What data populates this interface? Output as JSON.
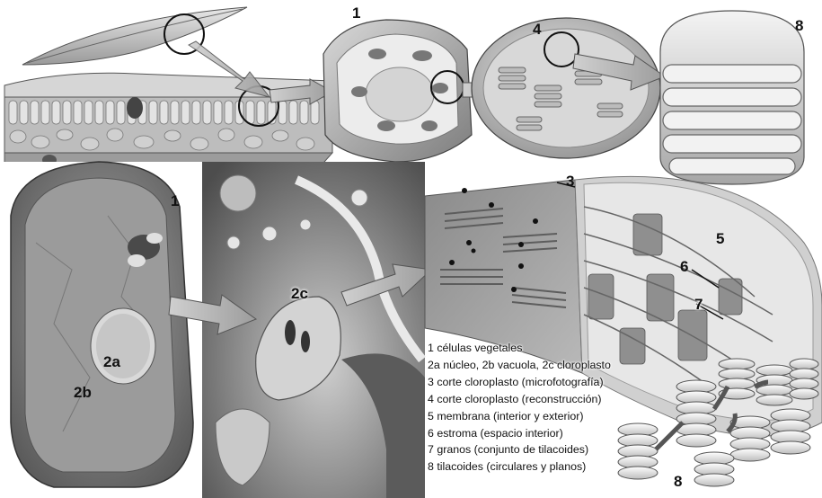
{
  "labels": {
    "cell_top": "1",
    "chloroplast_recon_top": "4",
    "thylakoid_stack_top": "8",
    "cell_bottom": "1",
    "nucleus": "2a",
    "vacuole": "2b",
    "chloroplast_cell": "2c",
    "micrograph": "3",
    "membrane": "5",
    "stroma": "6",
    "grana": "7",
    "thylakoids_bottom": "8"
  },
  "legend": [
    "1 células vegetales",
    "2a núcleo, 2b vacuola, 2c cloroplasto",
    "3 corte cloroplasto (microfotografía)",
    "4 corte cloroplasto (reconstrucción)",
    "5 membrana (interior y exterior)",
    "6 estroma (espacio interior)",
    "7 granos (conjunto de tilacoides)",
    "8 tilacoides (circulares y planos)"
  ]
}
